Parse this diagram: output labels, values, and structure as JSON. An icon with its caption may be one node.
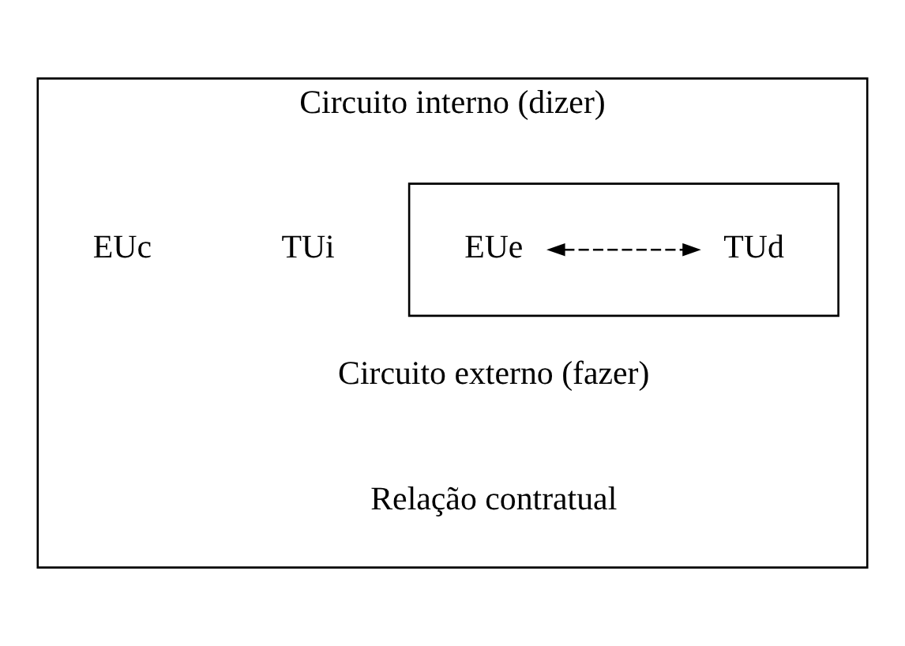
{
  "diagram": {
    "nodes": [
      {
        "text": [
          "Circuito interno (dizer)",
          "Circuito externo (fazer)",
          "Relação contratual"
        ]
      },
      {
        "text": [],
        "shape": "box",
        "in": 0
      },
      {
        "text": [
          "EUe"
        ],
        "in": 1
      },
      {
        "text": [
          "TUd"
        ],
        "in": 1
      }
    ],
    "edges": [
      {
        "from": 2,
        "to": 3,
        "arrow": "both",
        "style": "dashed"
      }
    ],
    "labels": [
      "EUc",
      "TUi"
    ]
  }
}
